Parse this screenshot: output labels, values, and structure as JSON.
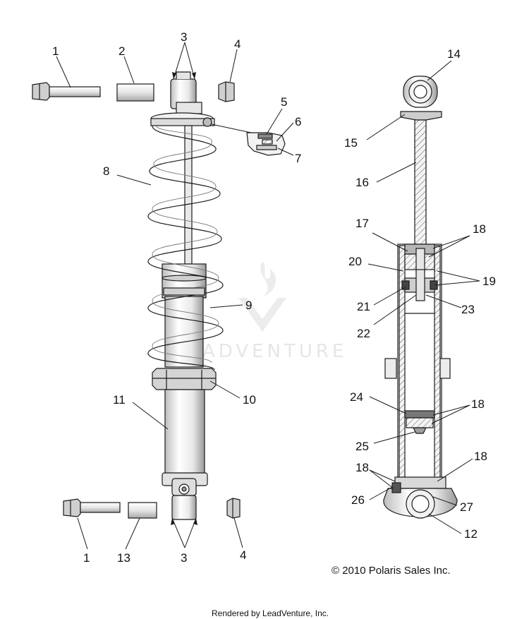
{
  "callouts": {
    "c1_top": "1",
    "c2": "2",
    "c3_top": "3",
    "c4_top": "4",
    "c5": "5",
    "c6": "6",
    "c7": "7",
    "c8": "8",
    "c9": "9",
    "c10": "10",
    "c11": "11",
    "c1_bot": "1",
    "c13": "13",
    "c3_bot": "3",
    "c4_bot": "4",
    "c14": "14",
    "c15": "15",
    "c16": "16",
    "c17": "17",
    "c18_a": "18",
    "c20": "20",
    "c19": "19",
    "c21": "21",
    "c22": "22",
    "c23": "23",
    "c24": "24",
    "c18_b": "18",
    "c25": "25",
    "c18_c": "18",
    "c18_d": "18",
    "c26": "26",
    "c27": "27",
    "c12": "12"
  },
  "watermark": "LEADVENTURE",
  "copyright": "© 2010 Polaris Sales Inc.",
  "rendered_by": "Rendered by LeadVenture, Inc.",
  "colors": {
    "line": "#1a1a1a",
    "fill_light": "#f3f3f3",
    "fill_mid": "#d9d9d9",
    "fill_dark": "#8a8a8a",
    "watermark": "#e6e6e6"
  }
}
